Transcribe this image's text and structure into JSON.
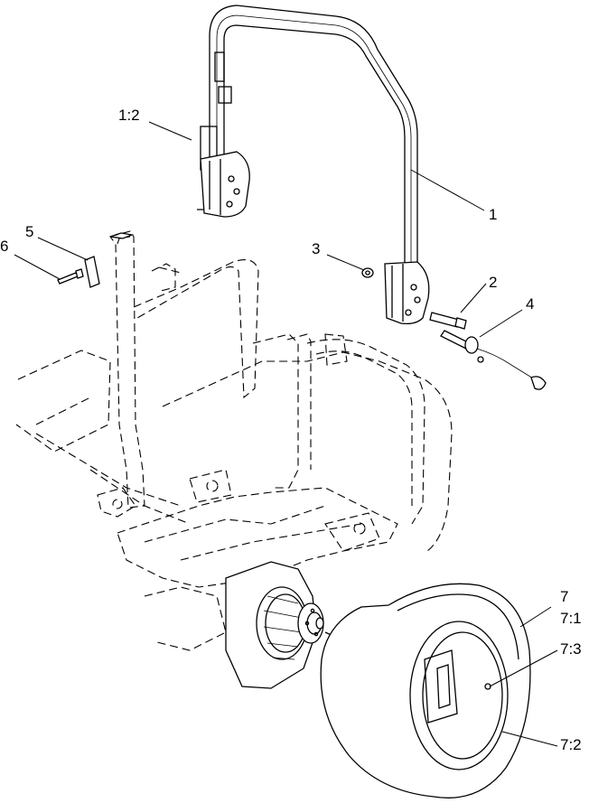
{
  "callouts": [
    {
      "id": "c1",
      "label": "1"
    },
    {
      "id": "c1_2",
      "label": "1:2"
    },
    {
      "id": "c2",
      "label": "2"
    },
    {
      "id": "c3",
      "label": "3"
    },
    {
      "id": "c4",
      "label": "4"
    },
    {
      "id": "c5",
      "label": "5"
    },
    {
      "id": "c6",
      "label": "6"
    },
    {
      "id": "c7",
      "label": "7"
    },
    {
      "id": "c7_1",
      "label": "7:1"
    },
    {
      "id": "c7_3",
      "label": "7:3"
    },
    {
      "id": "c7_2",
      "label": "7:2"
    }
  ]
}
